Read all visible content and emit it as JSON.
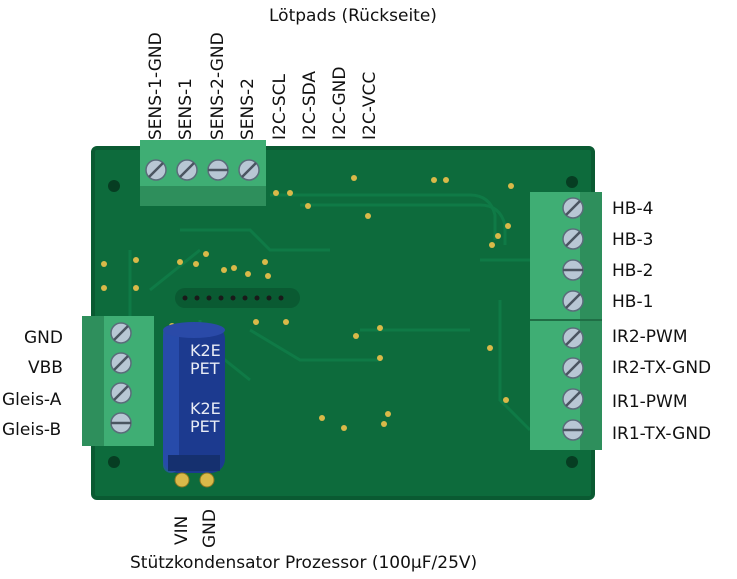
{
  "title": "Lötpads (Rückseite)",
  "caption": "Stützkondensator Prozessor (100µF/25V)",
  "top_pins": [
    "SENS-1-GND",
    "SENS-1",
    "SENS-2-GND",
    "SENS-2",
    "I2C-SCL",
    "I2C-SDA",
    "I2C-GND",
    "I2C-VCC"
  ],
  "left_pins": [
    "GND",
    "VBB",
    "Gleis-A",
    "Gleis-B"
  ],
  "right_pins": [
    "HB-4",
    "HB-3",
    "HB-2",
    "HB-1",
    "IR2-PWM",
    "IR2-TX-GND",
    "IR1-PWM",
    "IR1-TX-GND"
  ],
  "capacitor_pins": [
    "VIN",
    "GND"
  ],
  "capacitor_marking": [
    "K2E",
    "PET"
  ],
  "colors": {
    "pcb": "#0d6b3c",
    "pcb_dark": "#0a5a32",
    "trace": "#0f7a46",
    "terminal": "#3fae74",
    "terminal_shade": "#2e8f5c",
    "pad": "#d9b949",
    "capacitor": "#1c3a8f"
  }
}
